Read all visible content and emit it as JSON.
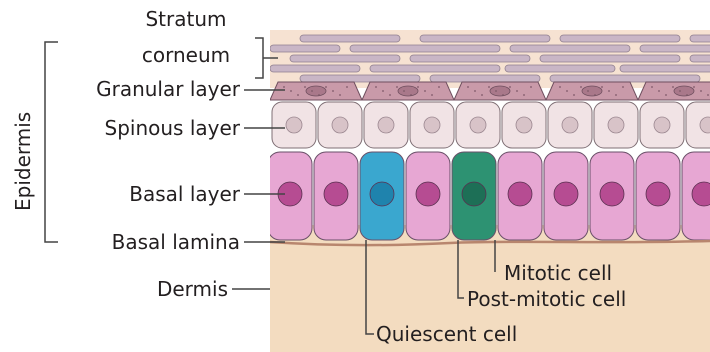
{
  "labels": {
    "epidermis": "Epidermis",
    "stratum_corneum": [
      "Stratum",
      "corneum"
    ],
    "granular_layer": "Granular layer",
    "spinous_layer": "Spinous layer",
    "basal_layer": "Basal layer",
    "basal_lamina": "Basal lamina",
    "dermis": "Dermis",
    "mitotic_cell": "Mitotic cell",
    "post_mitotic_cell": "Post-mitotic cell",
    "quiescent_cell": "Quiescent cell"
  },
  "colors": {
    "dermis": "#f3dcc0",
    "corneum_bg": "#f6e2d2",
    "corneum_flake": "#c9b6c6",
    "granular": "#c99aa9",
    "spinous": "#f1e3e5",
    "basal": "#e7a7d3",
    "basal_nucleus": "#b64c92",
    "quiescent": "#3aa7cf",
    "post_mitotic": "#2d9272",
    "line": "#444444"
  }
}
